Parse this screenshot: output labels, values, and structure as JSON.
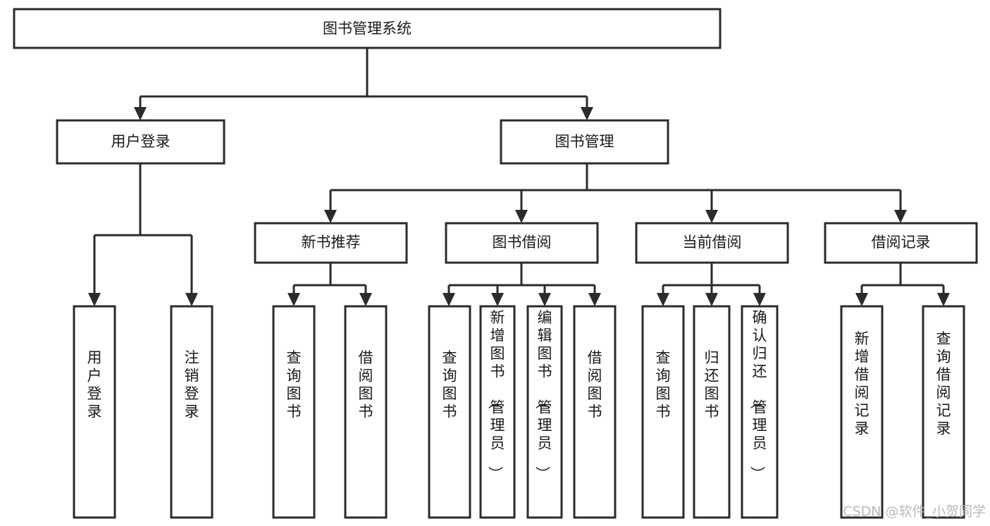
{
  "diagram": {
    "type": "tree",
    "title": "图书管理系统",
    "root": {
      "id": "root",
      "label": "图书管理系统",
      "orientation": "horizontal"
    },
    "level2": [
      {
        "id": "user-login",
        "label": "用户登录",
        "orientation": "horizontal"
      },
      {
        "id": "book-manage",
        "label": "图书管理",
        "orientation": "horizontal"
      }
    ],
    "level3": [
      {
        "id": "new-book-recommend",
        "label": "新书推荐",
        "orientation": "horizontal",
        "parent": "book-manage"
      },
      {
        "id": "book-borrow",
        "label": "图书借阅",
        "orientation": "horizontal",
        "parent": "book-manage"
      },
      {
        "id": "current-borrow",
        "label": "当前借阅",
        "orientation": "horizontal",
        "parent": "book-manage"
      },
      {
        "id": "borrow-record",
        "label": "借阅记录",
        "orientation": "horizontal",
        "parent": "book-manage"
      }
    ],
    "leaves": [
      {
        "id": "leaf-user-login",
        "label": "用户登录",
        "orientation": "vertical",
        "parent": "user-login"
      },
      {
        "id": "leaf-user-logout",
        "label": "注销登录",
        "orientation": "vertical",
        "parent": "user-login"
      },
      {
        "id": "leaf-query-book-1",
        "label": "查询图书",
        "orientation": "vertical",
        "parent": "new-book-recommend"
      },
      {
        "id": "leaf-borrow-book-1",
        "label": "借阅图书",
        "orientation": "vertical",
        "parent": "new-book-recommend"
      },
      {
        "id": "leaf-query-book-2",
        "label": "查询图书",
        "orientation": "vertical",
        "parent": "book-borrow"
      },
      {
        "id": "leaf-add-book",
        "label": "新增图书（管理员）",
        "orientation": "vertical",
        "parent": "book-borrow"
      },
      {
        "id": "leaf-edit-book",
        "label": "编辑图书（管理员）",
        "orientation": "vertical",
        "parent": "book-borrow"
      },
      {
        "id": "leaf-borrow-book-2",
        "label": "借阅图书",
        "orientation": "vertical",
        "parent": "book-borrow"
      },
      {
        "id": "leaf-query-book-3",
        "label": "查询图书",
        "orientation": "vertical",
        "parent": "current-borrow"
      },
      {
        "id": "leaf-return-book",
        "label": "归还图书",
        "orientation": "vertical",
        "parent": "current-borrow"
      },
      {
        "id": "leaf-confirm-return",
        "label": "确认归还（管理员）",
        "orientation": "vertical",
        "parent": "current-borrow"
      },
      {
        "id": "leaf-add-record",
        "label": "新增借阅记录",
        "orientation": "vertical",
        "parent": "borrow-record"
      },
      {
        "id": "leaf-query-record",
        "label": "查询借阅记录",
        "orientation": "vertical",
        "parent": "borrow-record"
      }
    ],
    "watermark": "CSDN @软件_小贺同学",
    "colors": {
      "stroke": "#2b2b2b",
      "fill": "#ffffff",
      "text": "#1a1a1a",
      "watermark": "#b9b9b9",
      "background": "#ffffff"
    }
  }
}
